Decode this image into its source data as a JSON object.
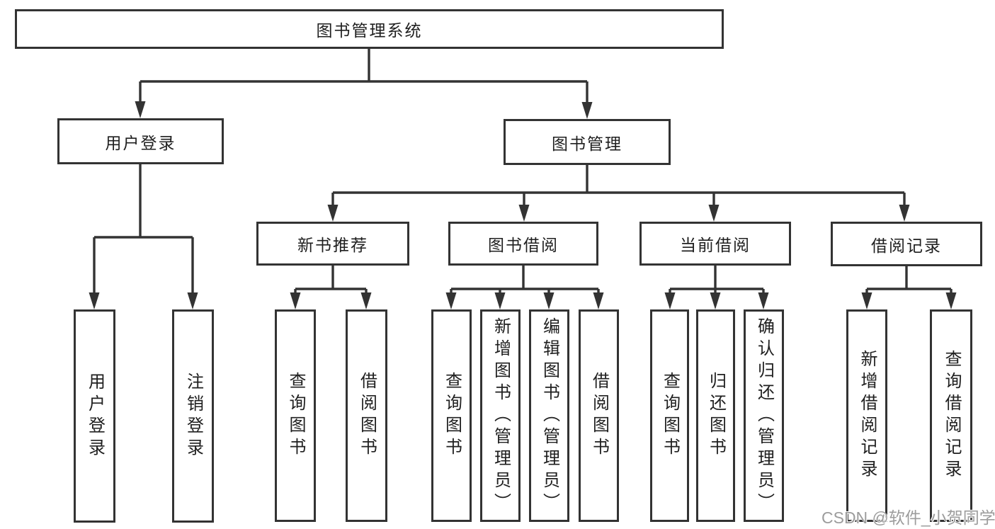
{
  "tree": {
    "root": "图书管理系统",
    "branches": [
      {
        "label": "用户登录",
        "children": [
          "用户登录",
          "注销登录"
        ]
      },
      {
        "label": "图书管理",
        "sections": [
          {
            "label": "新书推荐",
            "children": [
              "查询图书",
              "借阅图书"
            ]
          },
          {
            "label": "图书借阅",
            "children": [
              "查询图书",
              "新增图书（管理员）",
              "编辑图书（管理员）",
              "借阅图书"
            ]
          },
          {
            "label": "当前借阅",
            "children": [
              "查询图书",
              "归还图书",
              "确认归还（管理员）"
            ]
          },
          {
            "label": "借阅记录",
            "children": [
              "新增借阅记录",
              "查询借阅记录"
            ]
          }
        ]
      }
    ]
  },
  "watermark": "CSDN @软件_小贺同学",
  "colors": {
    "line": "#333333",
    "text": "#1f1f1f",
    "background": "#ffffff",
    "watermark": "#9c9c9c"
  }
}
